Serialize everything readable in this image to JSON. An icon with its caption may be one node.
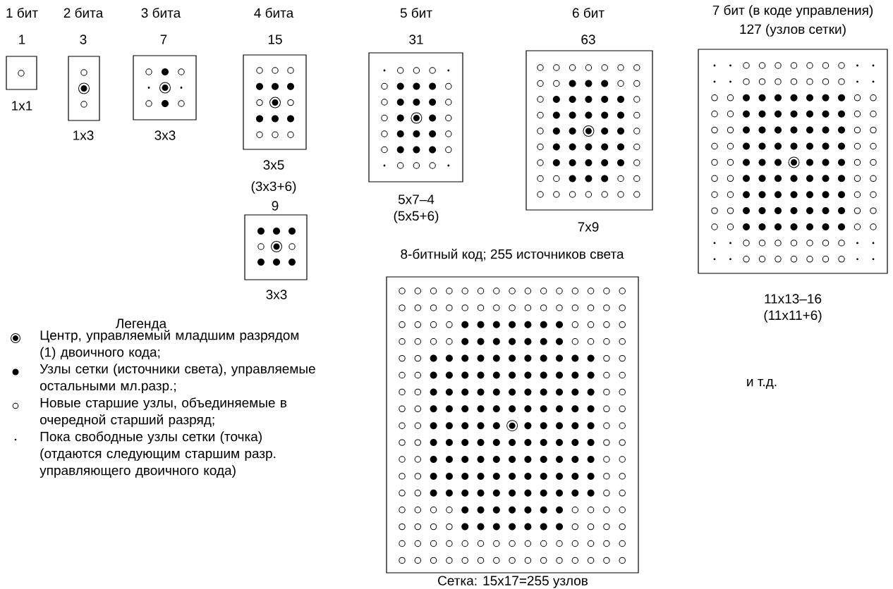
{
  "diagram": {
    "nodes": [
      {
        "text": [
          "1 бит",
          "1",
          "1x1"
        ]
      },
      {
        "text": [
          "2 бита",
          "3",
          "1x3"
        ]
      },
      {
        "text": [
          "3 бита",
          "7",
          "3x3"
        ]
      },
      {
        "text": [
          "4 бита",
          "15",
          "3x5",
          "(3x3+6)"
        ]
      },
      {
        "text": [
          "9",
          "3x3"
        ]
      },
      {
        "text": [
          "5 бит",
          "31",
          "5x7–4",
          "(5x5+6)"
        ]
      },
      {
        "text": [
          "6 бит",
          "63",
          "7x9"
        ]
      },
      {
        "text": [
          "7 бит (в коде управления)",
          "127 (узлов сетки)",
          "11x13–16",
          "(11x11+6)"
        ]
      },
      {
        "text": [
          "8-битный код; 255 источников света",
          "Сетка: 15x17=255 узлов"
        ]
      }
    ],
    "labels": [
      "Легенда",
      "и т.д."
    ],
    "legend": [
      {
        "text": "Центр, управляемый младшим разрядом (1) двоичного кода;"
      },
      {
        "text": "Узлы сетки (источники света), управляемые остальными мл.разр.;"
      },
      {
        "text": "Новые старшие узлы, объединяемые в очередной старший разряд;"
      },
      {
        "text": "Пока свободные узлы сетки (точка) (отдаются следующим старшим разр. управляющего двоичного кода)"
      }
    ]
  }
}
